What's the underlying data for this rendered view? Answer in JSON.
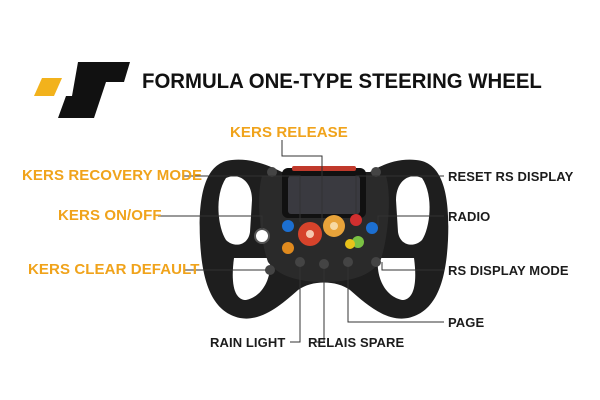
{
  "title": "FORMULA ONE-TYPE STEERING WHEEL",
  "colors": {
    "accent_orange": "#f0a31b",
    "logo_yellow": "#f2b21c",
    "text_dark": "#1c1c1c",
    "wheel_body": "#1e1e1e",
    "leader_line": "#333333"
  },
  "labels": {
    "kers_release": "KERS RELEASE",
    "kers_recovery_mode": "KERS RECOVERY MODE",
    "kers_on_off": "KERS ON/OFF",
    "kers_clear_default": "KERS CLEAR DEFAULT",
    "reset_rs_display": "RESET RS DISPLAY",
    "radio": "RADIO",
    "rs_display_mode": "RS DISPLAY MODE",
    "page": "PAGE",
    "rain_light": "RAIN LIGHT",
    "relais_spare": "RELAIS SPARE"
  }
}
